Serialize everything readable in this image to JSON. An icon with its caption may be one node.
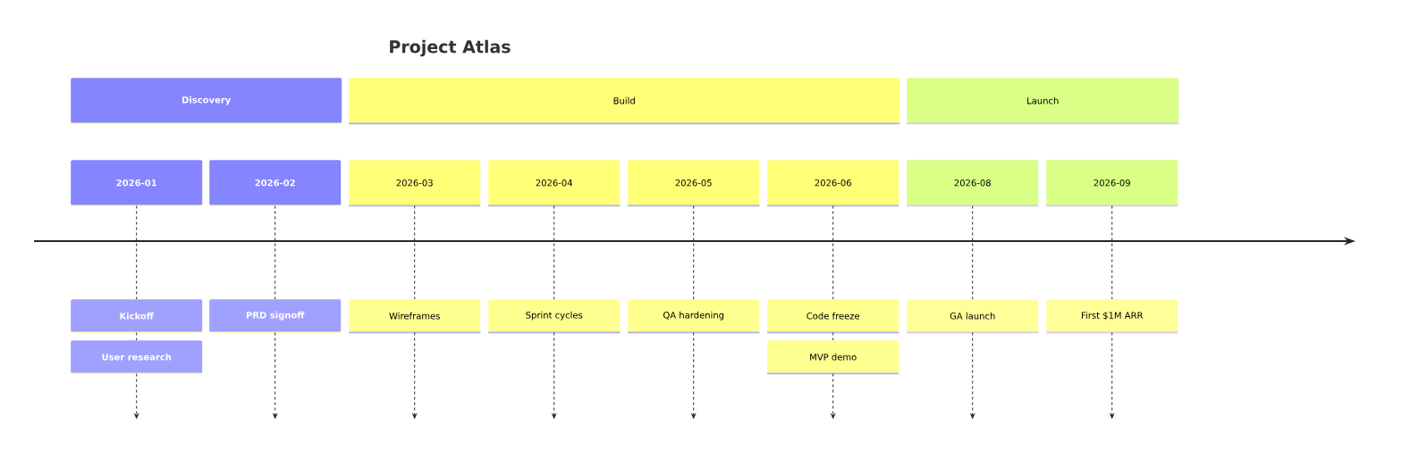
{
  "diagram": {
    "title": "Project Atlas",
    "nodes": [
      {
        "text": [
          "Discovery"
        ]
      },
      {
        "text": [
          "Build"
        ]
      },
      {
        "text": [
          "Launch"
        ]
      },
      {
        "text": [
          "2026-01"
        ]
      },
      {
        "text": [
          "2026-02"
        ]
      },
      {
        "text": [
          "2026-03"
        ]
      },
      {
        "text": [
          "2026-04"
        ]
      },
      {
        "text": [
          "2026-05"
        ]
      },
      {
        "text": [
          "2026-06"
        ]
      },
      {
        "text": [
          "2026-08"
        ]
      },
      {
        "text": [
          "2026-09"
        ]
      },
      {
        "text": [
          "Kickoff"
        ]
      },
      {
        "text": [
          "User research"
        ]
      },
      {
        "text": [
          "PRD signoff"
        ]
      },
      {
        "text": [
          "Wireframes"
        ]
      },
      {
        "text": [
          "Sprint cycles"
        ]
      },
      {
        "text": [
          "QA hardening"
        ]
      },
      {
        "text": [
          "Code freeze"
        ]
      },
      {
        "text": [
          "MVP demo"
        ]
      },
      {
        "text": [
          "GA launch"
        ]
      },
      {
        "text": [
          "First $1M ARR"
        ]
      }
    ],
    "edges": [
      {
        "from": 3,
        "to": 11,
        "arrow": "none",
        "style": "dashed"
      },
      {
        "from": 11,
        "to": 12,
        "arrow": "none",
        "style": "dashed"
      },
      {
        "from": 12,
        "to": null,
        "arrow": "to",
        "style": "dashed"
      },
      {
        "from": 4,
        "to": 13,
        "arrow": "none",
        "style": "dashed"
      },
      {
        "from": 13,
        "to": null,
        "arrow": "to",
        "style": "dashed"
      },
      {
        "from": 5,
        "to": 14,
        "arrow": "none",
        "style": "dashed"
      },
      {
        "from": 14,
        "to": null,
        "arrow": "to",
        "style": "dashed"
      },
      {
        "from": 6,
        "to": 15,
        "arrow": "none",
        "style": "dashed"
      },
      {
        "from": 15,
        "to": null,
        "arrow": "to",
        "style": "dashed"
      },
      {
        "from": 7,
        "to": 16,
        "arrow": "none",
        "style": "dashed"
      },
      {
        "from": 16,
        "to": null,
        "arrow": "to",
        "style": "dashed"
      },
      {
        "from": 8,
        "to": 17,
        "arrow": "none",
        "style": "dashed"
      },
      {
        "from": 17,
        "to": 18,
        "arrow": "none",
        "style": "dashed"
      },
      {
        "from": 18,
        "to": null,
        "arrow": "to",
        "style": "dashed"
      },
      {
        "from": 9,
        "to": 19,
        "arrow": "none",
        "style": "dashed"
      },
      {
        "from": 19,
        "to": null,
        "arrow": "to",
        "style": "dashed"
      },
      {
        "from": 10,
        "to": 20,
        "arrow": "none",
        "style": "dashed"
      },
      {
        "from": 20,
        "to": null,
        "arrow": "to",
        "style": "dashed"
      }
    ]
  }
}
